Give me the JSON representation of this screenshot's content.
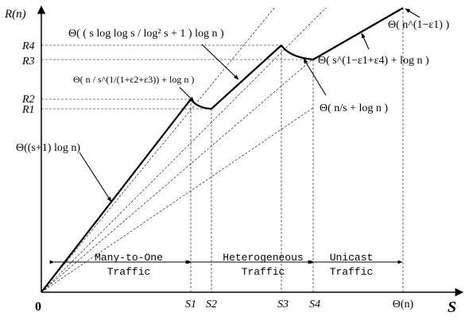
{
  "axes": {
    "y_label": "R(n)",
    "x_label": "S",
    "origin_label": "0",
    "y_ticks": [
      "R4",
      "R3",
      "R2",
      "R1"
    ],
    "x_ticks": [
      "S1",
      "S2",
      "S3",
      "S4",
      "Θ(n)"
    ]
  },
  "regions": [
    {
      "line1": "Many-to-One",
      "line2": "Traffic"
    },
    {
      "line1": "Heterogeneous",
      "line2": "Traffic"
    },
    {
      "line1": "Unicast",
      "line2": "Traffic"
    }
  ],
  "formulas": {
    "f1": "Θ((s+1) log n)",
    "f2": "Θ( n / s^(1/(1+ε2+ε3)) + log n )",
    "f3": "Θ( ( s log log s / log² s + 1 ) log n )",
    "f4": "Θ( n/s + log n )",
    "f5": "Θ( s^(1−ε1+ε4) + log n )",
    "f6": "Θ( n^(1−ε1) )"
  },
  "colors": {
    "ink": "#000000",
    "background": "#ffffff"
  }
}
